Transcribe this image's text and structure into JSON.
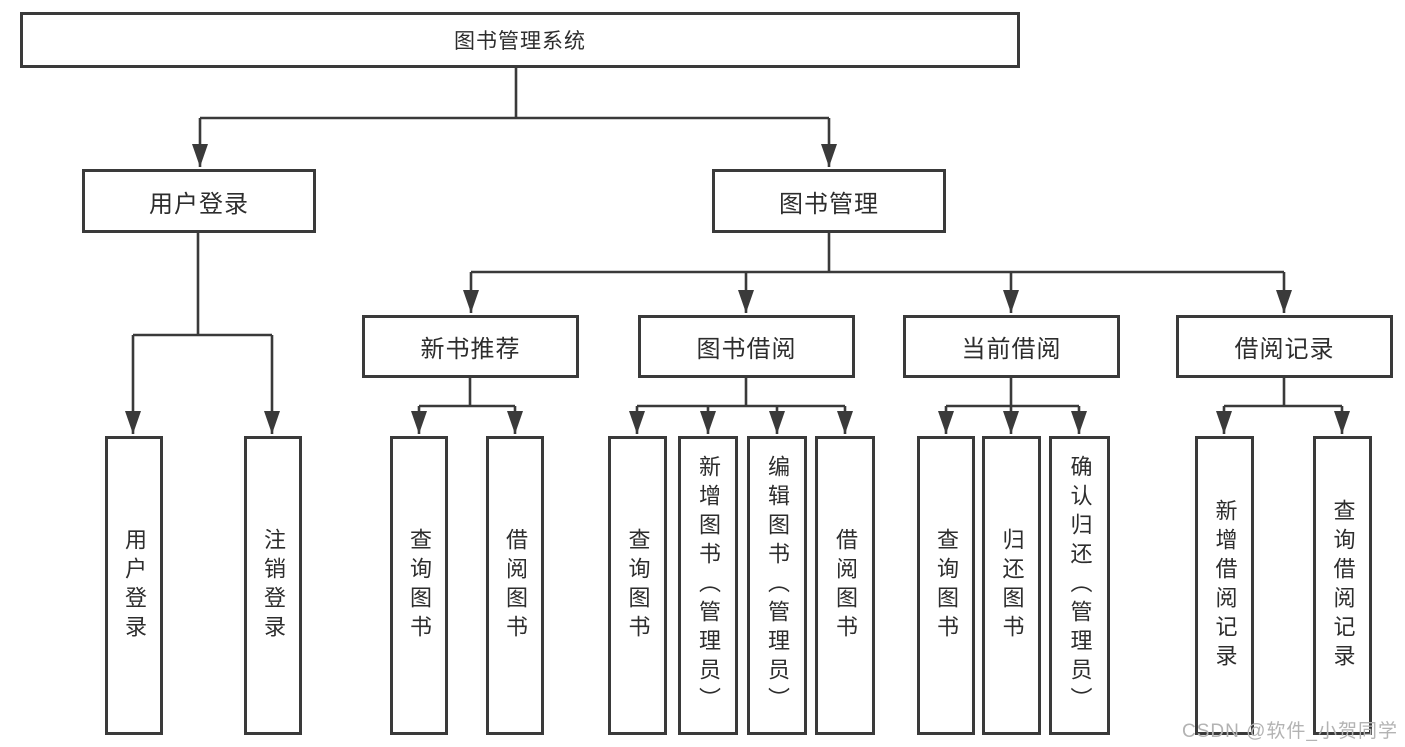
{
  "tree": {
    "label": "图书管理系统",
    "children": [
      {
        "label": "用户登录",
        "children": [
          {
            "label": "用户登录"
          },
          {
            "label": "注销登录"
          }
        ]
      },
      {
        "label": "图书管理",
        "children": [
          {
            "label": "新书推荐",
            "children": [
              {
                "label": "查询图书"
              },
              {
                "label": "借阅图书"
              }
            ]
          },
          {
            "label": "图书借阅",
            "children": [
              {
                "label": "查询图书"
              },
              {
                "label": "新增图书（管理员）"
              },
              {
                "label": "编辑图书（管理员）"
              },
              {
                "label": "借阅图书"
              }
            ]
          },
          {
            "label": "当前借阅",
            "children": [
              {
                "label": "查询图书"
              },
              {
                "label": "归还图书"
              },
              {
                "label": "确认归还（管理员）"
              }
            ]
          },
          {
            "label": "借阅记录",
            "children": [
              {
                "label": "新增借阅记录"
              },
              {
                "label": "查询借阅记录"
              }
            ]
          }
        ]
      }
    ]
  },
  "watermark": {
    "text": "CSDN @软件_小贺同学"
  },
  "colors": {
    "line": "#3a3a3a",
    "box_border": "#3a3a3a",
    "text": "#2d2d2d",
    "watermark": "#b3b3b3",
    "background": "#ffffff"
  }
}
